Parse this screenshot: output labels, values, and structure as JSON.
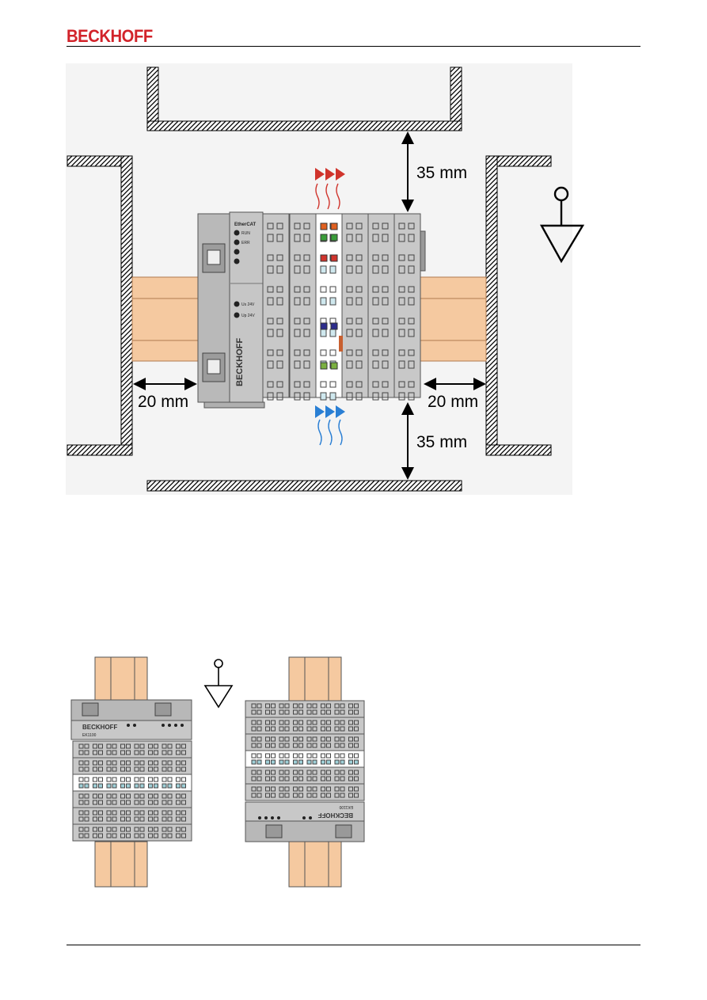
{
  "header": {
    "logo_text": "BECKHOFF",
    "logo_color": "#d2232a"
  },
  "figure_top": {
    "dims": {
      "top": "35 mm",
      "bottom": "35 mm",
      "left": "20 mm",
      "right": "20 mm"
    },
    "coupler": {
      "protocol": "EtherCAT",
      "led_run": "RUN",
      "led_err": "ERR",
      "led_us": "Us 24V",
      "led_up": "Up 24V",
      "brand": "BECKHOFF"
    }
  },
  "figure_bottom": {
    "left_unit": {
      "brand": "BECKHOFF",
      "model": "EK1100"
    },
    "right_unit": {
      "brand": "BECKHOFF",
      "model": "EK1100"
    }
  },
  "colors": {
    "rail": "#f5c9a0",
    "terminal": "#c8c8c8",
    "terminal_dark": "#a9a9a9",
    "heat_red": "#d0342c",
    "cool_blue": "#2a7fd4"
  }
}
